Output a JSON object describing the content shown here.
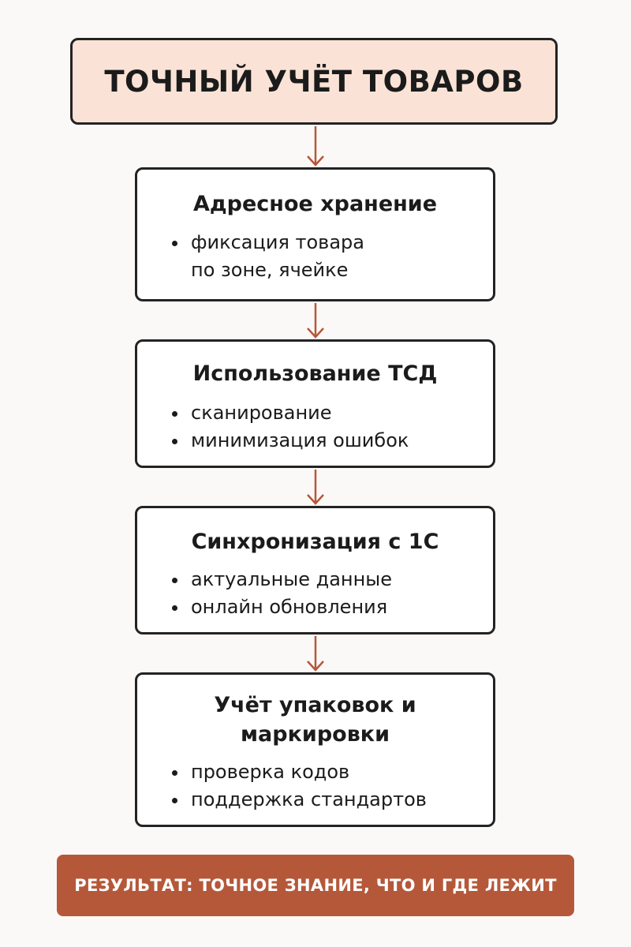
{
  "title": "ТОЧНЫЙ УЧЁТ ТОВАРОВ",
  "steps": [
    {
      "title": "Адресное хранение",
      "bullets": [
        "фиксация товара\nпо зоне, ячейке"
      ]
    },
    {
      "title": "Использование ТСД",
      "bullets": [
        "сканирование",
        "минимизация ошибок"
      ]
    },
    {
      "title": "Синхронизация  с 1С",
      "bullets": [
        "актуальные данные",
        "онлайн обновления"
      ]
    },
    {
      "title": "Учёт упаковок и\nмаркировки",
      "bullets": [
        "проверка кодов",
        "поддержка стандартов"
      ]
    }
  ],
  "result": "РЕЗУЛЬТАТ: ТОЧНОЕ ЗНАНИЕ, ЧТО И ГДЕ ЛЕЖИТ",
  "colors": {
    "title_fill": "#fae3d6",
    "arrow": "#b5583a",
    "result_fill": "#b5583a",
    "border": "#232323"
  }
}
